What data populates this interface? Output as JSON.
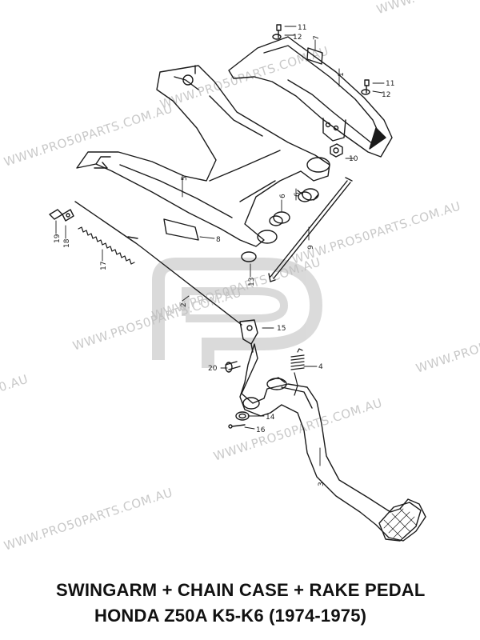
{
  "watermark": {
    "text": "WWW.PRO50PARTS.COM.AU",
    "text_partial_left": "0.AU",
    "text_partial_top": "WWW."
  },
  "logo": {
    "letter": "P"
  },
  "title": {
    "line1": "SWINGARM + CHAIN CASE + RAKE PEDAL",
    "line2": "HONDA Z50A K5-K6 (1974-1975)"
  },
  "callouts": [
    "1",
    "2",
    "3",
    "4",
    "5",
    "6",
    "6",
    "7",
    "8",
    "9",
    "10",
    "11",
    "11",
    "12",
    "12",
    "13",
    "14",
    "15",
    "16",
    "17",
    "18",
    "19",
    "20"
  ],
  "colors": {
    "line": "#1a1a1a",
    "watermark": "#c9c9c9",
    "logo": "#bdbdbd"
  }
}
